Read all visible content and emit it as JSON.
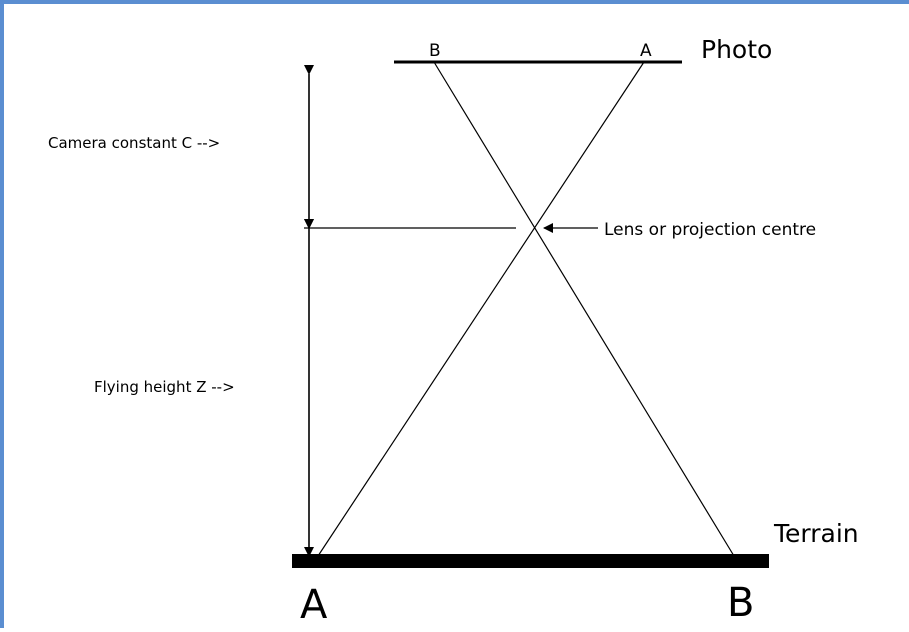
{
  "labels": {
    "photo": "Photo",
    "photo_point_b": "B",
    "photo_point_a": "A",
    "camera_constant": "Camera constant  C -->",
    "lens": "Lens or projection centre",
    "flying_height": "Flying height  Z -->",
    "terrain": "Terrain",
    "terrain_point_a": "A",
    "terrain_point_b": "B"
  }
}
